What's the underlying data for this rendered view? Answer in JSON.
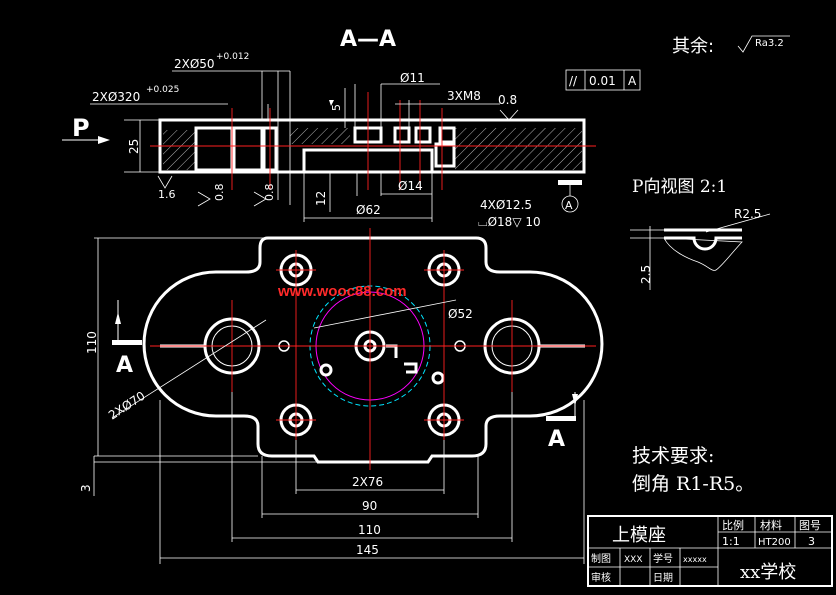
{
  "section": {
    "title": "A—A"
  },
  "surface_note": {
    "label": "其余:",
    "roughness": "Ra3.2"
  },
  "fits": {
    "top": "2XØ50",
    "top_tol": "+0.012",
    "second": "2XØ320",
    "second_tol": "+0.025"
  },
  "section_dims": {
    "d11": "Ø11",
    "thread": "3XM8",
    "five": "5",
    "depth08": "0.8",
    "height25": "25",
    "d14": "Ø14",
    "twelve": "12",
    "d62": "Ø62",
    "r16": "1.6",
    "r08a": "0.8",
    "r08b": "0.8"
  },
  "tolerance_frame": {
    "symbol": "//",
    "value": "0.01",
    "datum": "A"
  },
  "view_label": {
    "letter": "P"
  },
  "holes_note": {
    "line1": "4XØ12.5",
    "line2": "⌴Ø18▽ 10"
  },
  "datum_label": "A",
  "detail_view": {
    "title": "P向视图  2:1",
    "radius": "R2.5",
    "height": "2.5"
  },
  "plan_dims": {
    "d52": "Ø52",
    "r70": "2XØ70",
    "h110": "110",
    "three": "3",
    "d2x76": "2X76",
    "d90": "90",
    "d110": "110",
    "d145": "145"
  },
  "section_markers": {
    "left": "A",
    "right": "A"
  },
  "watermark": "www.wooc88.com",
  "tech_req": {
    "title": "技术要求:",
    "line1": "倒角 R1-R5。"
  },
  "title_block": {
    "part_name": "上模座",
    "scale_label": "比例",
    "material_label": "材料",
    "drawing_no_label": "图号",
    "scale": "1:1",
    "material": "HT200",
    "drawing_no": "3",
    "drawn_label": "制图",
    "drawn_by": "XXX",
    "student_label": "学号",
    "student_no": "xxxxx",
    "checked_label": "审核",
    "date_label": "日期",
    "school": "xx学校"
  },
  "colors": {
    "background": "#000000",
    "line": "#ffffff",
    "centerline": "#ff2020",
    "circle_cyan": "#00e5ff",
    "circle_magenta": "#ff00ff"
  }
}
